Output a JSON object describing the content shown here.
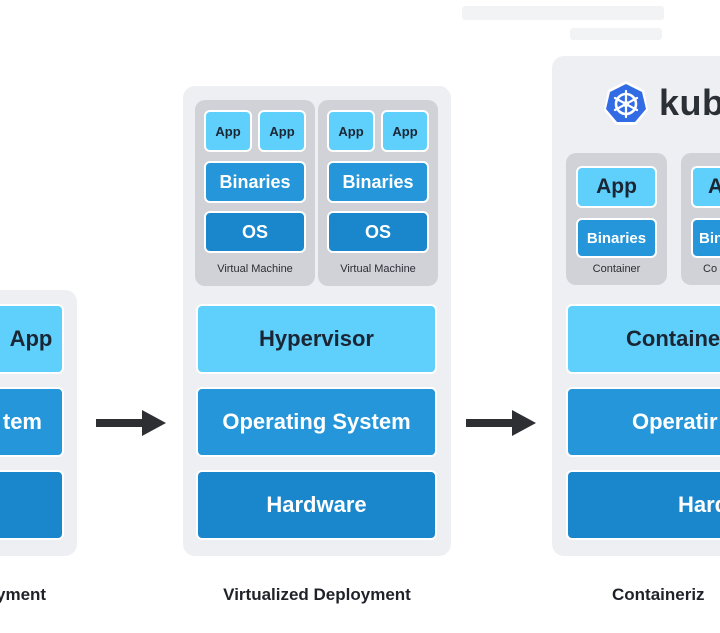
{
  "traditional": {
    "caption": "yment",
    "app": "App",
    "os": "tem"
  },
  "virtualized": {
    "caption": "Virtualized Deployment",
    "vm1": {
      "app1": "App",
      "app2": "App",
      "binaries": "Binaries",
      "os": "OS",
      "label": "Virtual Machine"
    },
    "vm2": {
      "app1": "App",
      "app2": "App",
      "binaries": "Binaries",
      "os": "OS",
      "label": "Virtual Machine"
    },
    "hypervisor": "Hypervisor",
    "os": "Operating System",
    "hardware": "Hardware"
  },
  "container": {
    "caption": "Containeriz",
    "brand": "kub",
    "c1": {
      "app": "App",
      "binaries": "Binaries",
      "label": "Container"
    },
    "c2": {
      "app": "A",
      "binaries": "Bin",
      "label": "Co"
    },
    "runtime": "Containe",
    "os": "Operatir",
    "hardware": "Hard"
  },
  "icons": {
    "arrow1": "arrow-right-icon",
    "arrow2": "arrow-right-icon",
    "logo": "kubernetes-helm-wheel-icon"
  },
  "colors": {
    "light_block": "#5ed0fb",
    "mid_block": "#2496d9",
    "panel": "#eeeff3",
    "vm_box": "#d1d2d7",
    "k8s_blue": "#326ce5"
  }
}
